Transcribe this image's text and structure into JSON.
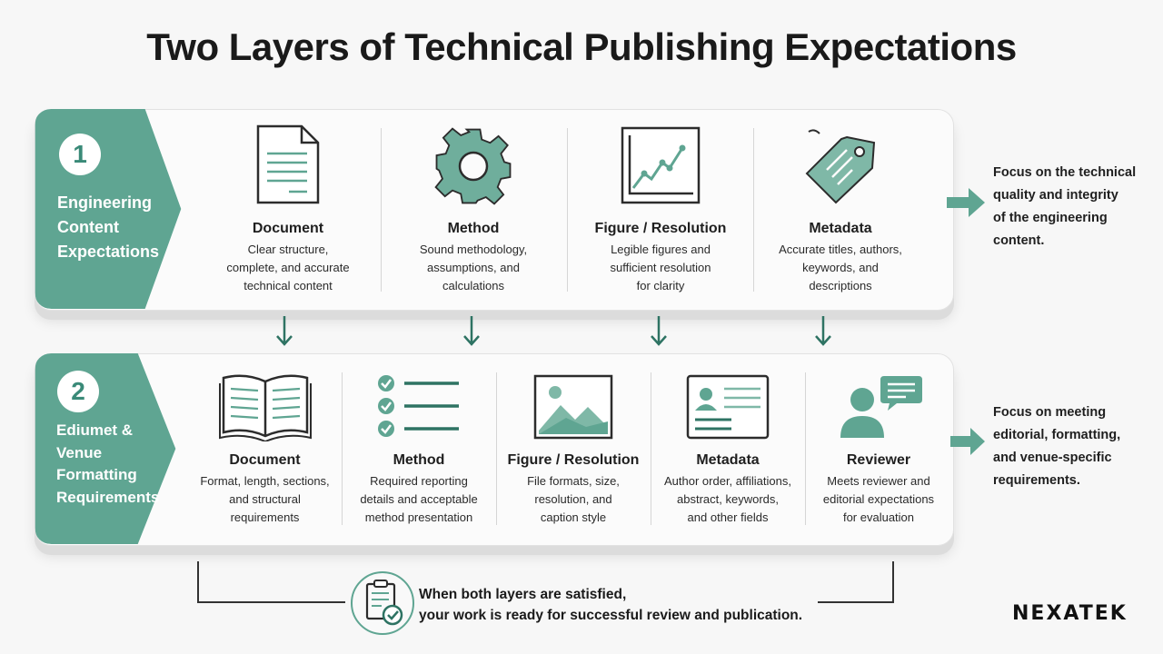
{
  "title": "Two Layers of Technical Publishing Expectations",
  "colors": {
    "accent": "#5fa592",
    "accent_dark": "#3a8a78",
    "icon_fill": "#7fb8a7"
  },
  "layer1": {
    "number": "1",
    "label": "Engineering\nContent\nExpectations",
    "columns": [
      {
        "icon": "document-icon",
        "title": "Document",
        "desc": "Clear structure,\ncomplete, and accurate\ntechnical content"
      },
      {
        "icon": "gear-icon",
        "title": "Method",
        "desc": "Sound methodology,\nassumptions, and\ncalculations"
      },
      {
        "icon": "line-chart-icon",
        "title": "Figure / Resolution",
        "desc": "Legible figures and\nsufficient resolution\nfor clarity"
      },
      {
        "icon": "tag-icon",
        "title": "Metadata",
        "desc": "Accurate titles, authors,\nkeywords, and\ndescriptions"
      }
    ],
    "side_text": "Focus on the technical\nquality and integrity\nof the engineering\ncontent."
  },
  "layer2": {
    "number": "2",
    "label": "Ediumet &\nVenue\nFormatting\nRequirements",
    "columns": [
      {
        "icon": "open-book-icon",
        "title": "Document",
        "desc": "Format, length, sections,\nand structural\nrequirements"
      },
      {
        "icon": "checklist-icon",
        "title": "Method",
        "desc": "Required reporting\ndetails and acceptable\nmethod presentation"
      },
      {
        "icon": "image-icon",
        "title": "Figure / Resolution",
        "desc": "File formats, size,\nresolution, and\ncaption style"
      },
      {
        "icon": "id-card-icon",
        "title": "Metadata",
        "desc": "Author order, affiliations,\nabstract, keywords,\nand other fields"
      },
      {
        "icon": "reviewer-icon",
        "title": "Reviewer",
        "desc": "Meets reviewer and\neditorial expectations\nfor evaluation"
      }
    ],
    "side_text": "Focus on meeting\neditorial, formatting,\nand venue-specific\nrequirements."
  },
  "final": {
    "icon": "clipboard-check-icon",
    "text": "When both layers are satisfied,\nyour work is ready for successful review and publication."
  },
  "logo": "NEXATEK"
}
